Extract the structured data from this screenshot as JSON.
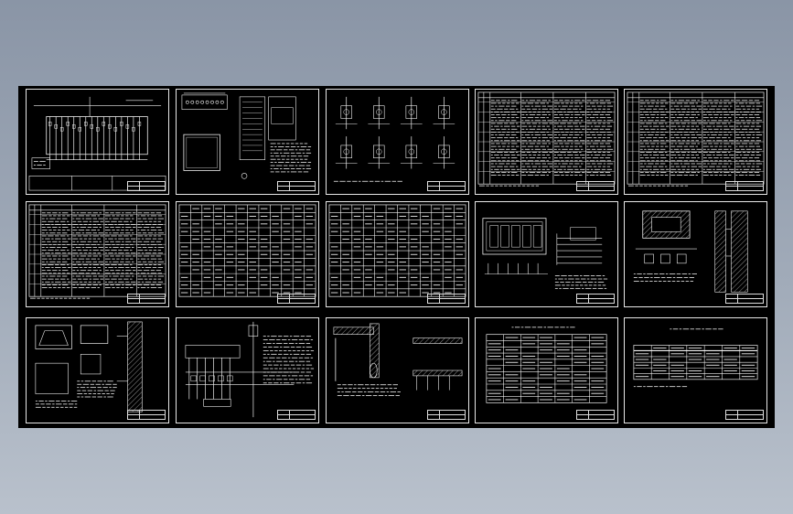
{
  "window": {
    "title": "",
    "background_top": "#8a95a6",
    "background_bottom": "#b9c1cc",
    "canvas_color": "#000000",
    "line_color": "#ffffff"
  },
  "sheets": [
    {
      "id": "s1",
      "kind": "panel-elevation",
      "title": ""
    },
    {
      "id": "s2",
      "kind": "mixed-details",
      "title": ""
    },
    {
      "id": "s3",
      "kind": "schematics",
      "title": ""
    },
    {
      "id": "s4",
      "kind": "notes-table",
      "title": ""
    },
    {
      "id": "s5",
      "kind": "notes-table",
      "title": ""
    },
    {
      "id": "s6",
      "kind": "notes-table",
      "title": ""
    },
    {
      "id": "s7",
      "kind": "grid-table",
      "title": ""
    },
    {
      "id": "s8",
      "kind": "grid-table",
      "title": ""
    },
    {
      "id": "s9",
      "kind": "plan-view",
      "title": ""
    },
    {
      "id": "s10",
      "kind": "section-detail",
      "title": ""
    },
    {
      "id": "s11",
      "kind": "section-detail",
      "title": ""
    },
    {
      "id": "s12",
      "kind": "wiring",
      "title": ""
    },
    {
      "id": "s13",
      "kind": "section-detail",
      "title": ""
    },
    {
      "id": "s14",
      "kind": "grid-table",
      "title": ""
    },
    {
      "id": "s15",
      "kind": "summary-table",
      "title": ""
    }
  ]
}
